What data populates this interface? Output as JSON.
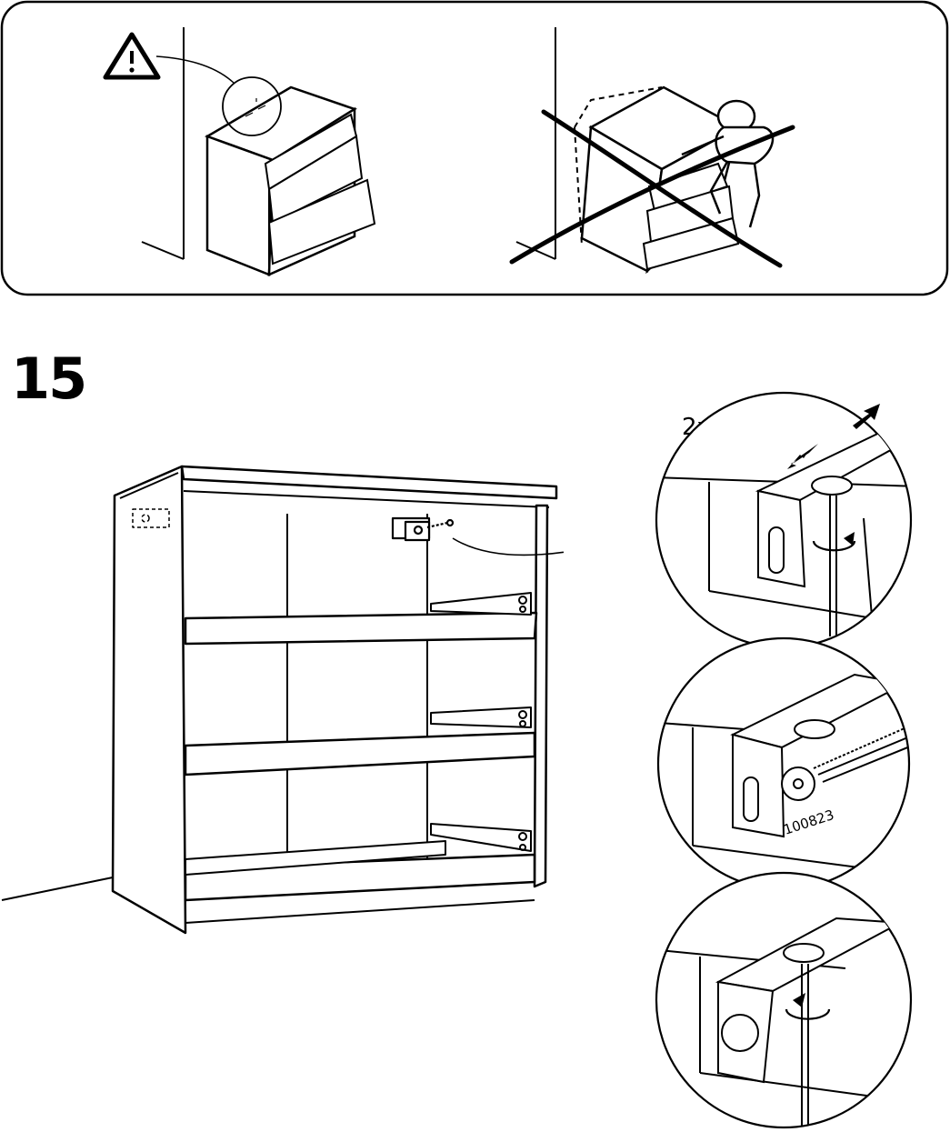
{
  "step": {
    "number": "15"
  },
  "callout": {
    "quantity": "2x"
  },
  "hardware": {
    "part_number": "100823"
  },
  "icons": {
    "warning": "warning-triangle-icon",
    "prohibited": "cross-out-icon",
    "rotate": "clockwise-arrow-icon",
    "slide": "double-arrow-icon"
  },
  "colors": {
    "line": "#000000",
    "background": "#ffffff",
    "shade": "#e8e8e8"
  }
}
